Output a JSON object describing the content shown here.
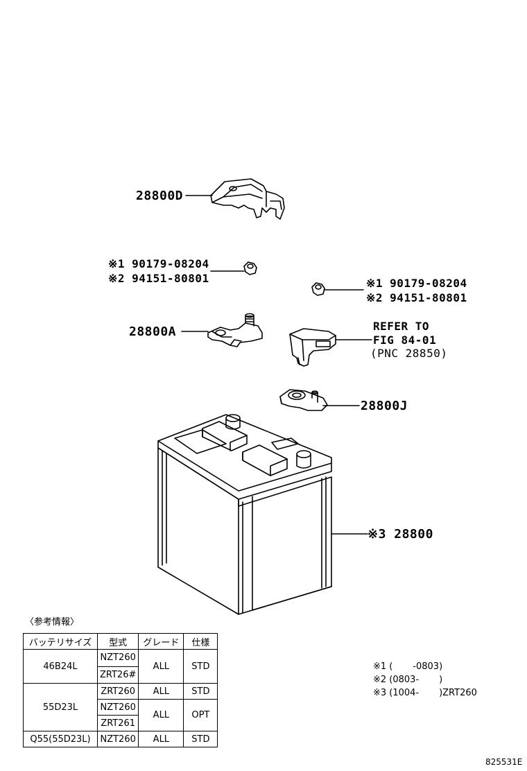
{
  "labels": {
    "p28800d": "28800D",
    "left_nut_1": "※1 90179-08204",
    "left_nut_2": "※2 94151-80801",
    "right_nut_1": "※1 90179-08204",
    "right_nut_2": "※2 94151-80801",
    "p28800a": "28800A",
    "refer_1": "REFER TO",
    "refer_2": "FIG 84-01",
    "refer_3": "(PNC 28850)",
    "p28800j": "28800J",
    "battery": "※3 28800"
  },
  "reference": {
    "heading": "〈参考情報〉",
    "headers": [
      "バッテリサイズ",
      "型式",
      "グレード",
      "仕様"
    ],
    "rows": [
      {
        "size": "46B24L",
        "models": [
          "NZT260",
          "ZRT26#"
        ],
        "grade": "ALL",
        "spec": "STD"
      },
      {
        "size": "55D23L",
        "models": [
          "ZRT260"
        ],
        "grade": "ALL",
        "spec": "STD"
      },
      {
        "size": "",
        "models": [
          "NZT260",
          "ZRT261"
        ],
        "grade": "ALL",
        "spec": "OPT"
      },
      {
        "size": "Q55(55D23L)",
        "models": [
          "NZT260"
        ],
        "grade": "ALL",
        "spec": "STD"
      }
    ]
  },
  "notes": [
    "※1 (       -0803)",
    "※2 (0803-       )",
    "※3 (1004-       )ZRT260"
  ],
  "figure_id": "825531E"
}
